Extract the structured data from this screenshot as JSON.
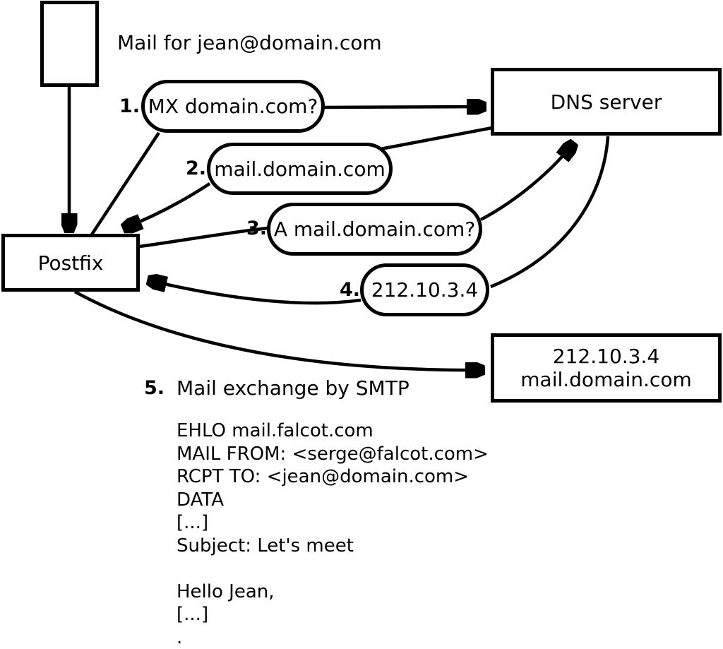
{
  "diagram": {
    "title": "Mail for jean@domain.com",
    "nodes": {
      "postfix": "Postfix",
      "dns_server": "DNS server",
      "mail_server": {
        "ip": "212.10.3.4",
        "hostname": "mail.domain.com"
      }
    },
    "steps": [
      {
        "num": "1.",
        "label": "MX domain.com?"
      },
      {
        "num": "2.",
        "label": "mail.domain.com"
      },
      {
        "num": "3.",
        "label": "A mail.domain.com?"
      },
      {
        "num": "4.",
        "label": "212.10.3.4"
      },
      {
        "num": "5.",
        "label": "Mail exchange by SMTP"
      }
    ],
    "smtp_session": "EHLO mail.falcot.com\nMAIL FROM: <serge@falcot.com>\nRCPT TO: <jean@domain.com>\nDATA\n[...]\nSubject: Let's meet\n\nHello Jean,\n[...]\n."
  },
  "colors": {
    "stroke": "#000000",
    "background": "#ffffff"
  }
}
